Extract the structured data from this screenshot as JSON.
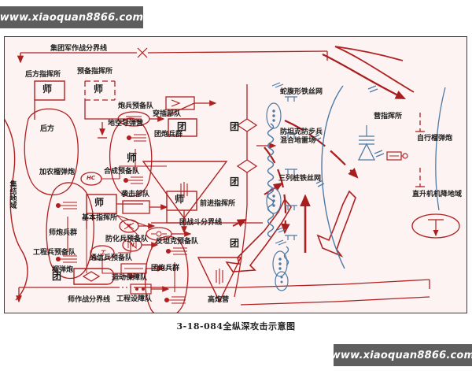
{
  "watermark": {
    "text": "www.xiaoquan8866.com"
  },
  "caption": {
    "text": "3-18-084全纵深攻击示意图"
  },
  "colors": {
    "background": "#fdf3f2",
    "red": "#b02020",
    "dark_red": "#8d1b1b",
    "blue": "#4d7ba6",
    "frame": "#3c3c3c",
    "page": "#ffffff",
    "watermark_bg": "#5e5e5e"
  },
  "map": {
    "title_hidden": "全纵深攻击示意图",
    "boundaries": [
      {
        "id": "army-group-boundary",
        "label": "集团军作战分界线"
      },
      {
        "id": "division-boundary",
        "label": "师作战分界线"
      },
      {
        "id": "regiment-combat-boundary",
        "label": "团战斗分界线"
      }
    ],
    "command_posts": [
      {
        "id": "rear-cp",
        "label": "后方指挥所",
        "unit": "师"
      },
      {
        "id": "reserve-cp",
        "label": "预备指挥所",
        "unit": "师"
      },
      {
        "id": "main-cp",
        "label": "基本指挥所",
        "unit": "师"
      },
      {
        "id": "forward-cp",
        "label": "前进指挥所",
        "unit": "师"
      },
      {
        "id": "battalion-cp",
        "label": "营指挥所",
        "unit": ""
      }
    ],
    "areas": [
      {
        "id": "assembly-area",
        "label": "集结地域"
      },
      {
        "id": "rear-area",
        "label": "后方"
      },
      {
        "id": "heli-landing-area",
        "label": "直升机机降地域"
      }
    ],
    "units": [
      {
        "id": "artillery-reserve",
        "label": "炮兵预备队"
      },
      {
        "id": "penetration-force",
        "label": "穿插部队"
      },
      {
        "id": "sam-battalion",
        "label": "地空导弹营"
      },
      {
        "id": "combined-reserve",
        "label": "合成预备队",
        "symbol": "HC"
      },
      {
        "id": "raid-force",
        "label": "袭击部队"
      },
      {
        "id": "gun-howitzer",
        "label": "加农榴弹炮"
      },
      {
        "id": "division-artillery-group",
        "label": "师炮兵群"
      },
      {
        "id": "engineer-reserve",
        "label": "工程兵预备队"
      },
      {
        "id": "howitzer",
        "label": "榴弹炮"
      },
      {
        "id": "chemical-defense-reserve",
        "label": "防化兵预备队",
        "symbol": "X"
      },
      {
        "id": "signal-reserve",
        "label": "通信兵预备队",
        "symbol": "N"
      },
      {
        "id": "antitank-reserve",
        "label": "反坦克预备队"
      },
      {
        "id": "movement-support-unit",
        "label": "运动保障队"
      },
      {
        "id": "engineer-obstacle-unit",
        "label": "工程设障队",
        "symbol": "工"
      },
      {
        "id": "regiment-artillery-group",
        "label": "团炮兵群"
      },
      {
        "id": "aa-gun-battalion",
        "label": "高炮营"
      },
      {
        "id": "self-propelled-howitzer",
        "label": "自行榴弹炮"
      }
    ],
    "obstacles": [
      {
        "id": "concertina-wire",
        "label": "蛇腹形铁丝网"
      },
      {
        "id": "mixed-minefield",
        "label": "防坦克防步兵混合地雷场"
      },
      {
        "id": "three-row-wire",
        "label": "三列桩铁丝网"
      }
    ],
    "echelon_markers": [
      {
        "id": "regiment-marker-1",
        "label": "团"
      },
      {
        "id": "regiment-marker-2",
        "label": "团"
      },
      {
        "id": "regiment-marker-3",
        "label": "团"
      },
      {
        "id": "regiment-marker-4",
        "label": "团"
      },
      {
        "id": "regiment-marker-5",
        "label": "团"
      }
    ]
  }
}
